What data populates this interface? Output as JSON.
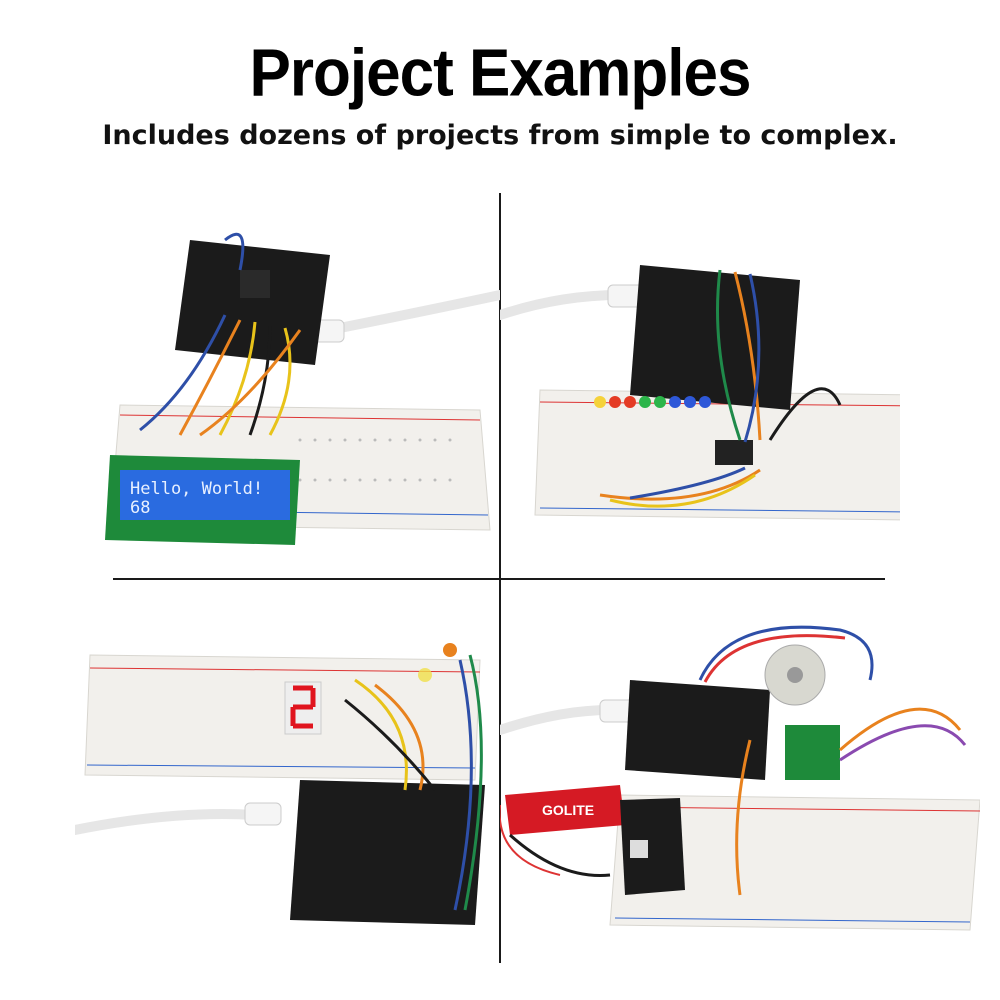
{
  "header": {
    "title": "Project Examples",
    "subtitle": "Includes dozens of projects from simple to complex."
  },
  "lcd": {
    "line1": "Hello, World!",
    "line2": "68"
  },
  "power_module": {
    "brand": "GOLITE"
  },
  "colors": {
    "board": "#1b1b1b",
    "breadboard": "#f2f0ec",
    "lcd_blue": "#2a6be0",
    "lcd_pcb": "#1e8a3a",
    "wire_orange": "#e8821e",
    "wire_yellow": "#e8c31a",
    "wire_blue": "#2e4fa8",
    "wire_green": "#1f8a4a",
    "segment_red": "#e0141e",
    "battery_red": "#d51a24"
  }
}
